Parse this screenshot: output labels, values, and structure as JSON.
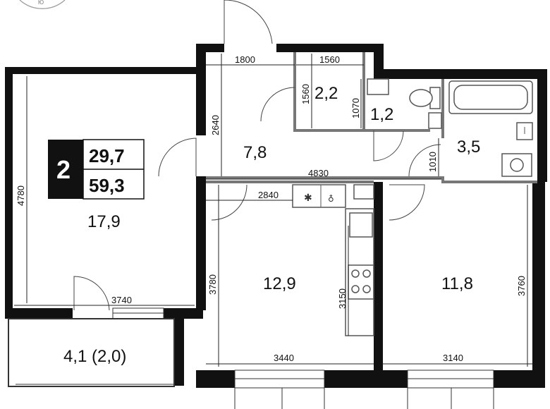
{
  "badge": {
    "rooms": "2",
    "living_area": "29,7",
    "total_area": "59,3"
  },
  "rooms": {
    "living_left": "17,9",
    "hall": "7,8",
    "closet": "2,2",
    "wc": "1,2",
    "bathroom": "3,5",
    "kitchen_living": "12,9",
    "bedroom": "11,8",
    "balcony": "4,1 (2,0)"
  },
  "dimensions": {
    "hall_top_width": "1800",
    "closet_width": "1560",
    "closet_height": "1560",
    "wc_height": "1070",
    "hall_height": "2640",
    "bath_door": "1010",
    "corridor_width": "4830",
    "kitchen_top_width": "2840",
    "left_room_height": "4780",
    "left_room_width": "3740",
    "kitchen_height": "3780",
    "kitchen_counter_height": "3150",
    "kitchen_bottom_width": "3440",
    "bedroom_width": "3140",
    "bedroom_height": "3760"
  },
  "colors": {
    "wall": "#111111",
    "inner_wall": "#777777",
    "badge_bg": "#111111"
  },
  "icons": [
    "compass-icon",
    "bathtub-icon",
    "toilet-icon",
    "sink-icon",
    "washing-machine-icon",
    "stove-icon",
    "radiator-icon",
    "gas-icon"
  ]
}
